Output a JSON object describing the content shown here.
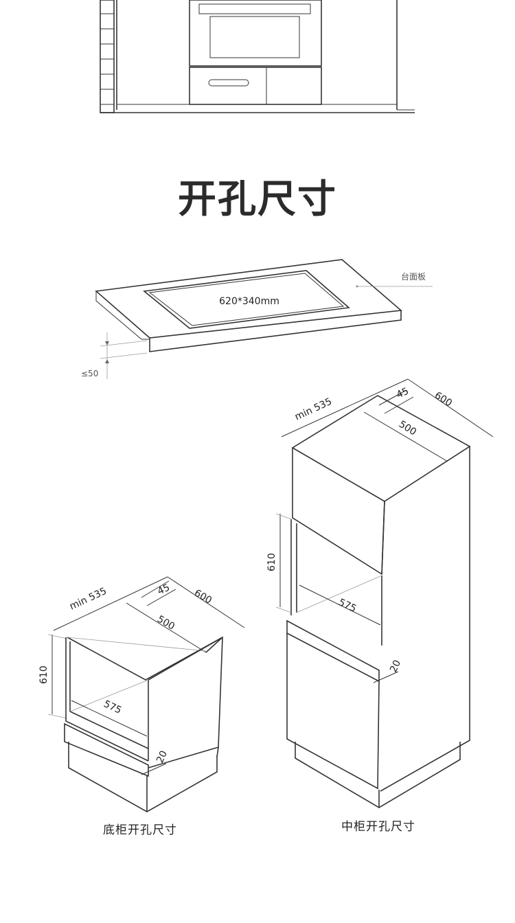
{
  "title": "开孔尺寸",
  "countertop": {
    "cutout_label": "620*340mm",
    "board_label": "台面板",
    "thickness_label": "≤50"
  },
  "base_cabinet": {
    "caption": "底柜开孔尺寸",
    "depth_min": "min 535",
    "offset": "45",
    "width": "600",
    "inner_depth": "500",
    "height": "610",
    "opening_width": "575",
    "bottom": "20"
  },
  "tall_cabinet": {
    "caption": "中柜开孔尺寸",
    "depth_min": "min 535",
    "offset": "45",
    "width": "600",
    "inner_depth": "500",
    "height": "610",
    "opening_width": "575",
    "bottom": "20"
  }
}
